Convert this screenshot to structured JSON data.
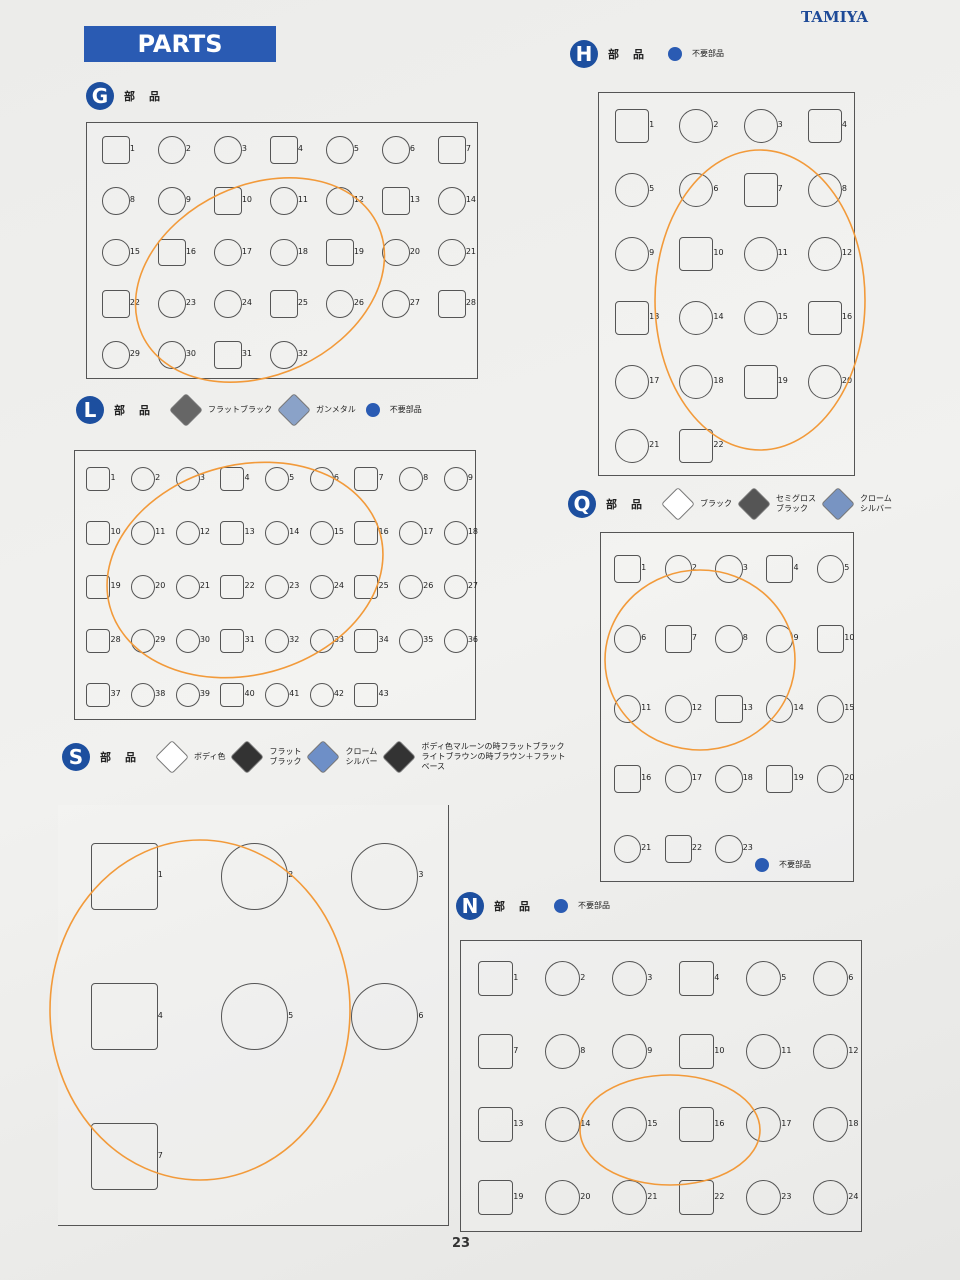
{
  "brand": "TAMIYA",
  "banner": "PARTS",
  "page_number": "23",
  "parts_word": "部品",
  "sections": {
    "G": {
      "letter": "G",
      "legend": [],
      "numbers": [
        "1",
        "2",
        "3",
        "4",
        "5",
        "6",
        "7",
        "8",
        "9",
        "10",
        "11",
        "12",
        "13",
        "14",
        "15",
        "16",
        "17",
        "18",
        "19",
        "20",
        "21",
        "22",
        "23",
        "24",
        "25",
        "26",
        "27",
        "28",
        "29",
        "30",
        "31",
        "32"
      ]
    },
    "H": {
      "letter": "H",
      "legend": [
        "不要部品"
      ],
      "numbers": [
        "1",
        "2",
        "3",
        "4",
        "5",
        "6",
        "7",
        "8",
        "9",
        "10",
        "11",
        "12",
        "13",
        "14",
        "15",
        "16",
        "17",
        "18",
        "19",
        "20",
        "21",
        "22"
      ]
    },
    "L": {
      "letter": "L",
      "legend": [
        "フラットブラック",
        "ガンメタル",
        "不要部品"
      ],
      "numbers": [
        "1",
        "2",
        "3",
        "4",
        "5",
        "6",
        "7",
        "8",
        "9",
        "10",
        "11",
        "12",
        "13",
        "14",
        "15",
        "16",
        "17",
        "18",
        "19",
        "20",
        "21",
        "22",
        "23",
        "24",
        "25",
        "26",
        "27",
        "28",
        "29",
        "30",
        "31",
        "32",
        "33",
        "34",
        "35",
        "36",
        "37",
        "38",
        "39",
        "40",
        "41",
        "42",
        "43"
      ]
    },
    "Q": {
      "letter": "Q",
      "legend": [
        "ブラック",
        "セミグロス\nブラック",
        "クローム\nシルバー"
      ],
      "unused": "不要部品",
      "numbers": [
        "1",
        "2",
        "3",
        "4",
        "5",
        "6",
        "7",
        "8",
        "9",
        "10",
        "11",
        "12",
        "13",
        "14",
        "15",
        "16",
        "17",
        "18",
        "19",
        "20",
        "21",
        "22",
        "23"
      ]
    },
    "S": {
      "letter": "S",
      "legend": [
        "ボディ色",
        "フラット\nブラック",
        "クローム\nシルバー",
        "ボディ色マルーンの時フラットブラック\nライトブラウンの時ブラウン＋フラット\nベース"
      ],
      "numbers": [
        "1",
        "2",
        "3",
        "4",
        "5",
        "6",
        "7"
      ]
    },
    "N": {
      "letter": "N",
      "legend": [
        "不要部品"
      ],
      "numbers": [
        "1",
        "2",
        "3",
        "4",
        "5",
        "6",
        "7",
        "8",
        "9",
        "10",
        "11",
        "12",
        "13",
        "14",
        "15",
        "16",
        "17",
        "18",
        "19",
        "20",
        "21",
        "22",
        "23",
        "24"
      ]
    }
  },
  "colors": {
    "accent": "#2a5bb3",
    "flat_black": "#555555",
    "gunmetal": "#7f97bd",
    "chrome": "#6e8fc7",
    "marker": "#f29a3a"
  }
}
